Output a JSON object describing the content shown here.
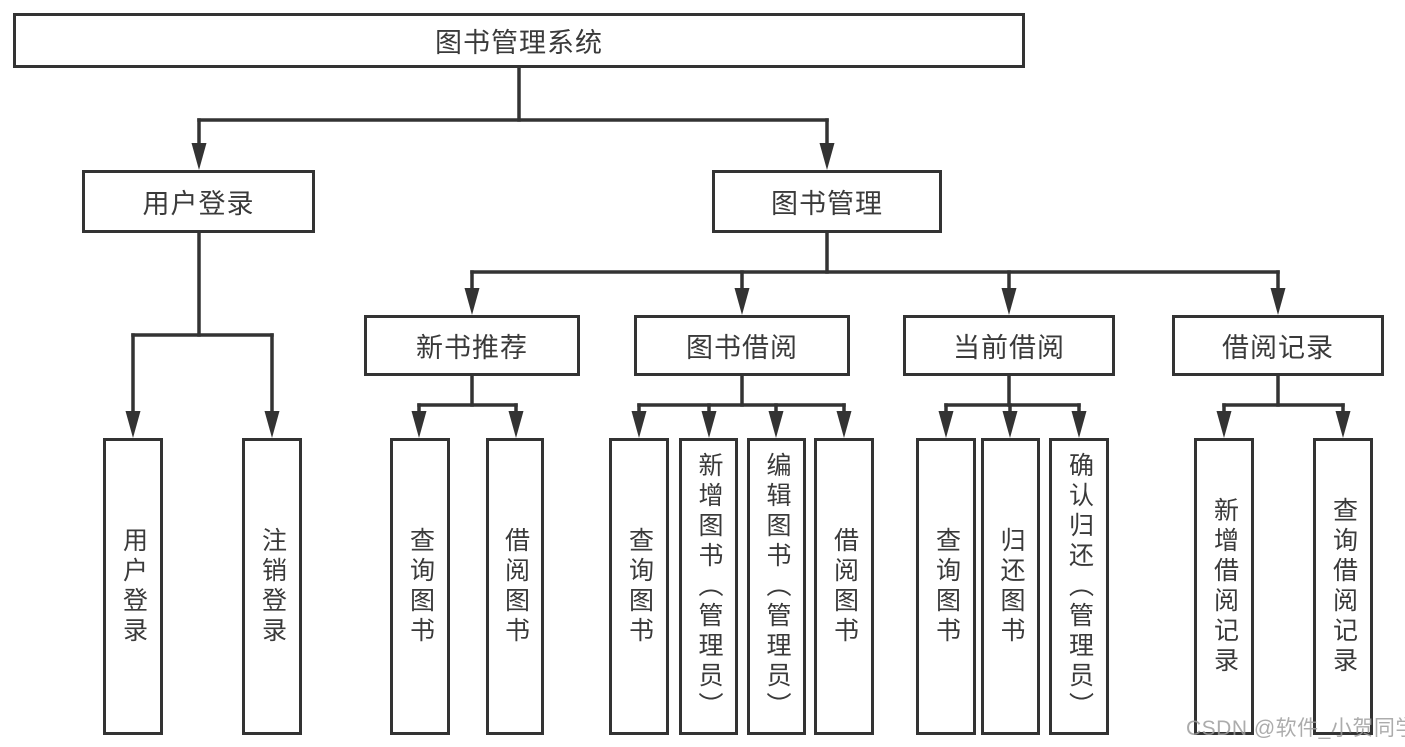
{
  "diagram_title": "图书管理系统",
  "colors": {
    "line": "#333333",
    "text": "#3a3a3a",
    "box_fill": "#ffffff",
    "background": "#ffffff",
    "watermark": "rgba(158,158,158,0.85)"
  },
  "watermark": {
    "text": "CSDN @软件_小贺同学"
  },
  "nodes": {
    "root": "图书管理系统",
    "branches": {
      "user_login": "用户登录",
      "book_management": "图书管理"
    },
    "modules": {
      "new_book_recommend": "新书推荐",
      "book_borrowing": "图书借阅",
      "current_borrowing": "当前借阅",
      "borrowing_records": "借阅记录"
    },
    "leaves": {
      "user_login": "用户登录",
      "logout": "注销登录",
      "nbr_query_books": "查询图书",
      "nbr_borrow_books": "借阅图书",
      "bb_query_books": "查询图书",
      "bb_add_books": "新增图书（管理员）",
      "bb_edit_books": "编辑图书（管理员）",
      "bb_borrow_books": "借阅图书",
      "cb_query_books": "查询图书",
      "cb_return_books": "归还图书",
      "cb_confirm_return": "确认归还（管理员）",
      "br_add_record": "新增借阅记录",
      "br_query_record": "查询借阅记录"
    }
  }
}
